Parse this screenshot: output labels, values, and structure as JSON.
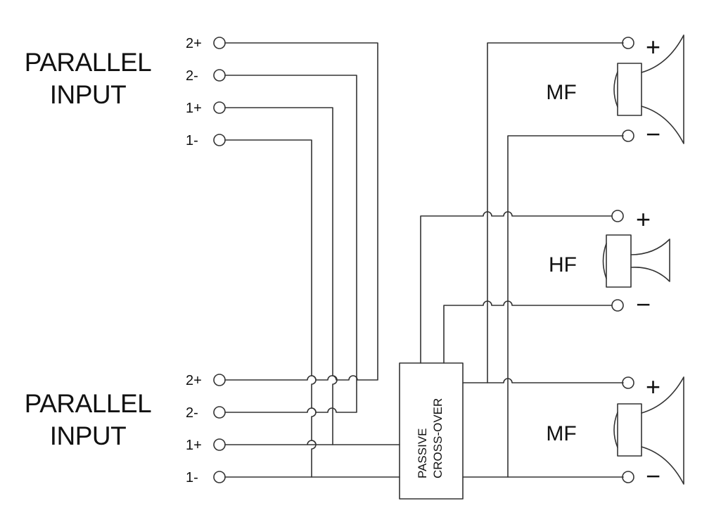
{
  "inputs": {
    "top": {
      "title_line1": "PARALLEL",
      "title_line2": "INPUT"
    },
    "bottom": {
      "title_line1": "PARALLEL",
      "title_line2": "INPUT"
    },
    "terminal_labels": [
      "2+",
      "2-",
      "1+",
      "1-"
    ]
  },
  "crossover": {
    "label_line1": "PASSIVE",
    "label_line2": "CROSS-OVER"
  },
  "drivers": [
    {
      "name": "MF",
      "plus": "+",
      "minus": "−"
    },
    {
      "name": "HF",
      "plus": "+",
      "minus": "−"
    },
    {
      "name": "MF",
      "plus": "+",
      "minus": "−"
    }
  ]
}
